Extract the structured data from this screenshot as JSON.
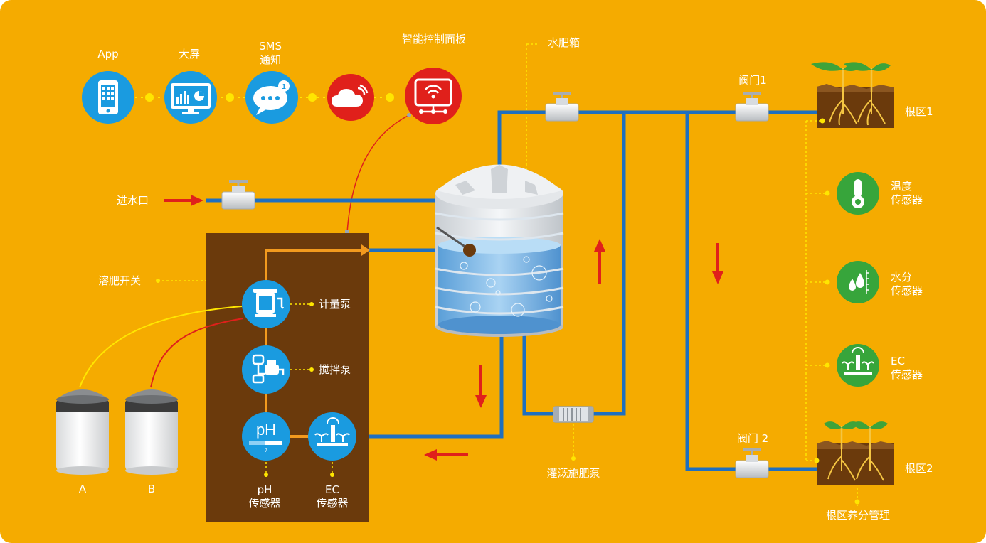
{
  "top_labels": {
    "app": "App",
    "screen": "大屏",
    "sms_line1": "SMS",
    "sms_line2": "通知",
    "panel": "智能控制面板",
    "sms_badge": "1"
  },
  "tank_label": "水肥箱",
  "inlet_label": "进水口",
  "dissolve_switch": "溶肥开关",
  "metering_pump": "计量泵",
  "mixing_pump": "搅拌泵",
  "ph_icon_text": "pH",
  "ph_scale_mark": "7",
  "ph_sensor": {
    "line1": "pH",
    "line2": "传感器"
  },
  "ec_sensor": {
    "line1": "EC",
    "line2": "传感器"
  },
  "barrel_a": "A",
  "barrel_b": "B",
  "irrigation_pump": "灌溉施肥泵",
  "valve1": "阀门1",
  "valve2": "阀门 2",
  "root_zone1": "根区1",
  "root_zone2": "根区2",
  "root_nutrient": "根区养分管理",
  "temp_sensor": {
    "line1": "温度",
    "line2": "传感器"
  },
  "moisture_sensor": {
    "line1": "水分",
    "line2": "传感器"
  },
  "ec_field_sensor": {
    "line1": "EC",
    "line2": "传感器"
  },
  "colors": {
    "background": "#f5ab00",
    "pipe_blue": "#1f6fc0",
    "icon_blue": "#1a9be0",
    "icon_red": "#e0201b",
    "icon_green": "#37a53b",
    "control_box": "#6b3a0c",
    "orange_pipe": "#f39a1e",
    "arrow_red": "#e0201b",
    "dot_yellow": "#ffe600"
  }
}
